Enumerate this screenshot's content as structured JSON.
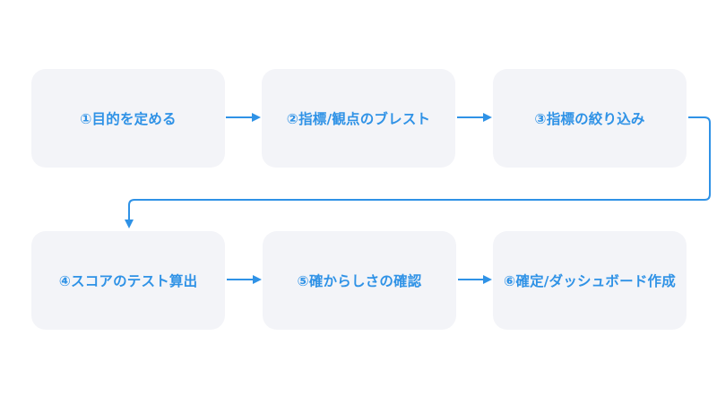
{
  "colors": {
    "accent": "#2f92e6",
    "box_fill": "#f3f4f8",
    "background": "#ffffff"
  },
  "steps": [
    {
      "label": "①目的を定める"
    },
    {
      "label": "②指標/観点のブレスト"
    },
    {
      "label": "③指標の絞り込み"
    },
    {
      "label": "④スコアのテスト算出"
    },
    {
      "label": "⑤確からしさの確認"
    },
    {
      "label": "⑥確定/ダッシュボード作成"
    }
  ]
}
